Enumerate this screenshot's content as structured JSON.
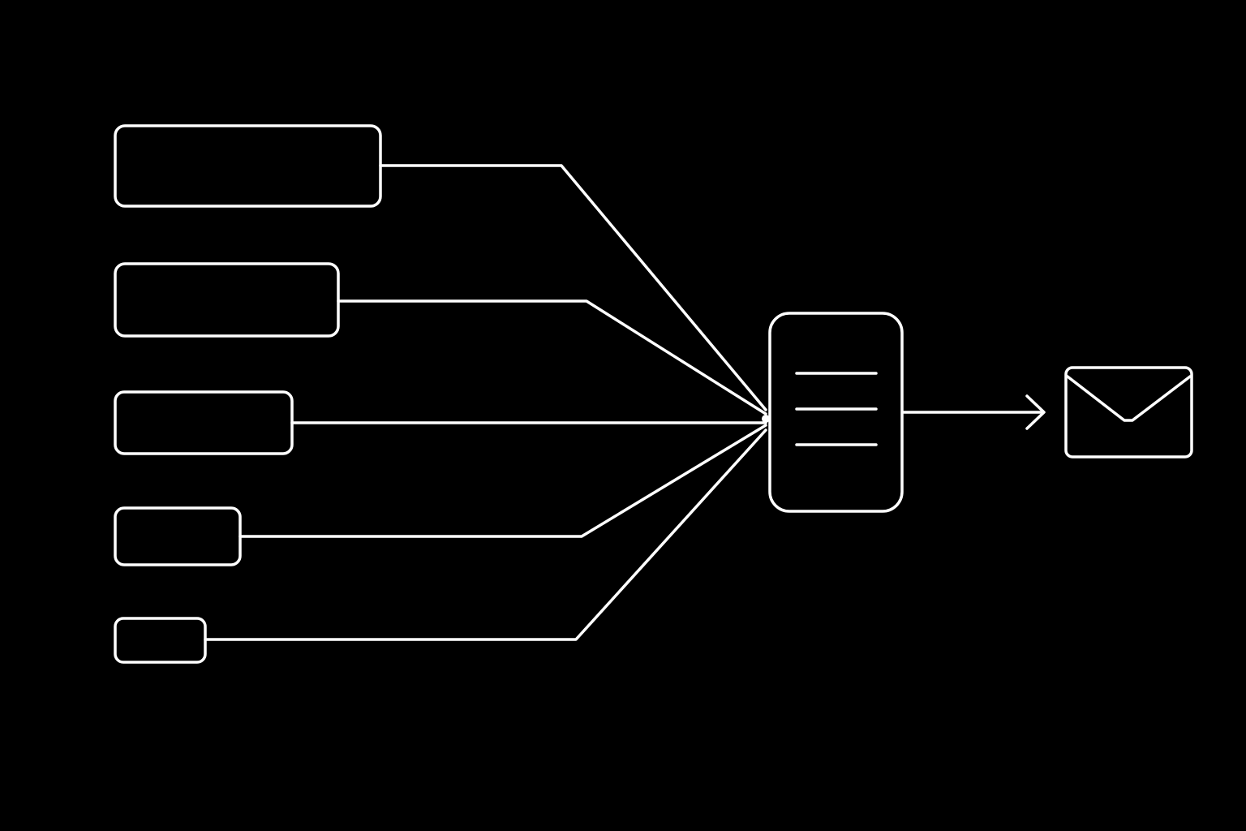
{
  "diagram": {
    "background_color": "#000000",
    "stroke_color": "#ffffff",
    "input_count": 5,
    "inputs": [
      {
        "name": "input-box-1"
      },
      {
        "name": "input-box-2"
      },
      {
        "name": "input-box-3"
      },
      {
        "name": "input-box-4"
      },
      {
        "name": "input-box-5"
      }
    ],
    "hub": {
      "icon": "document-lines-icon",
      "line_count": 3
    },
    "output": {
      "icon": "envelope-icon"
    },
    "connector": {
      "icon": "arrow-right-icon"
    }
  }
}
